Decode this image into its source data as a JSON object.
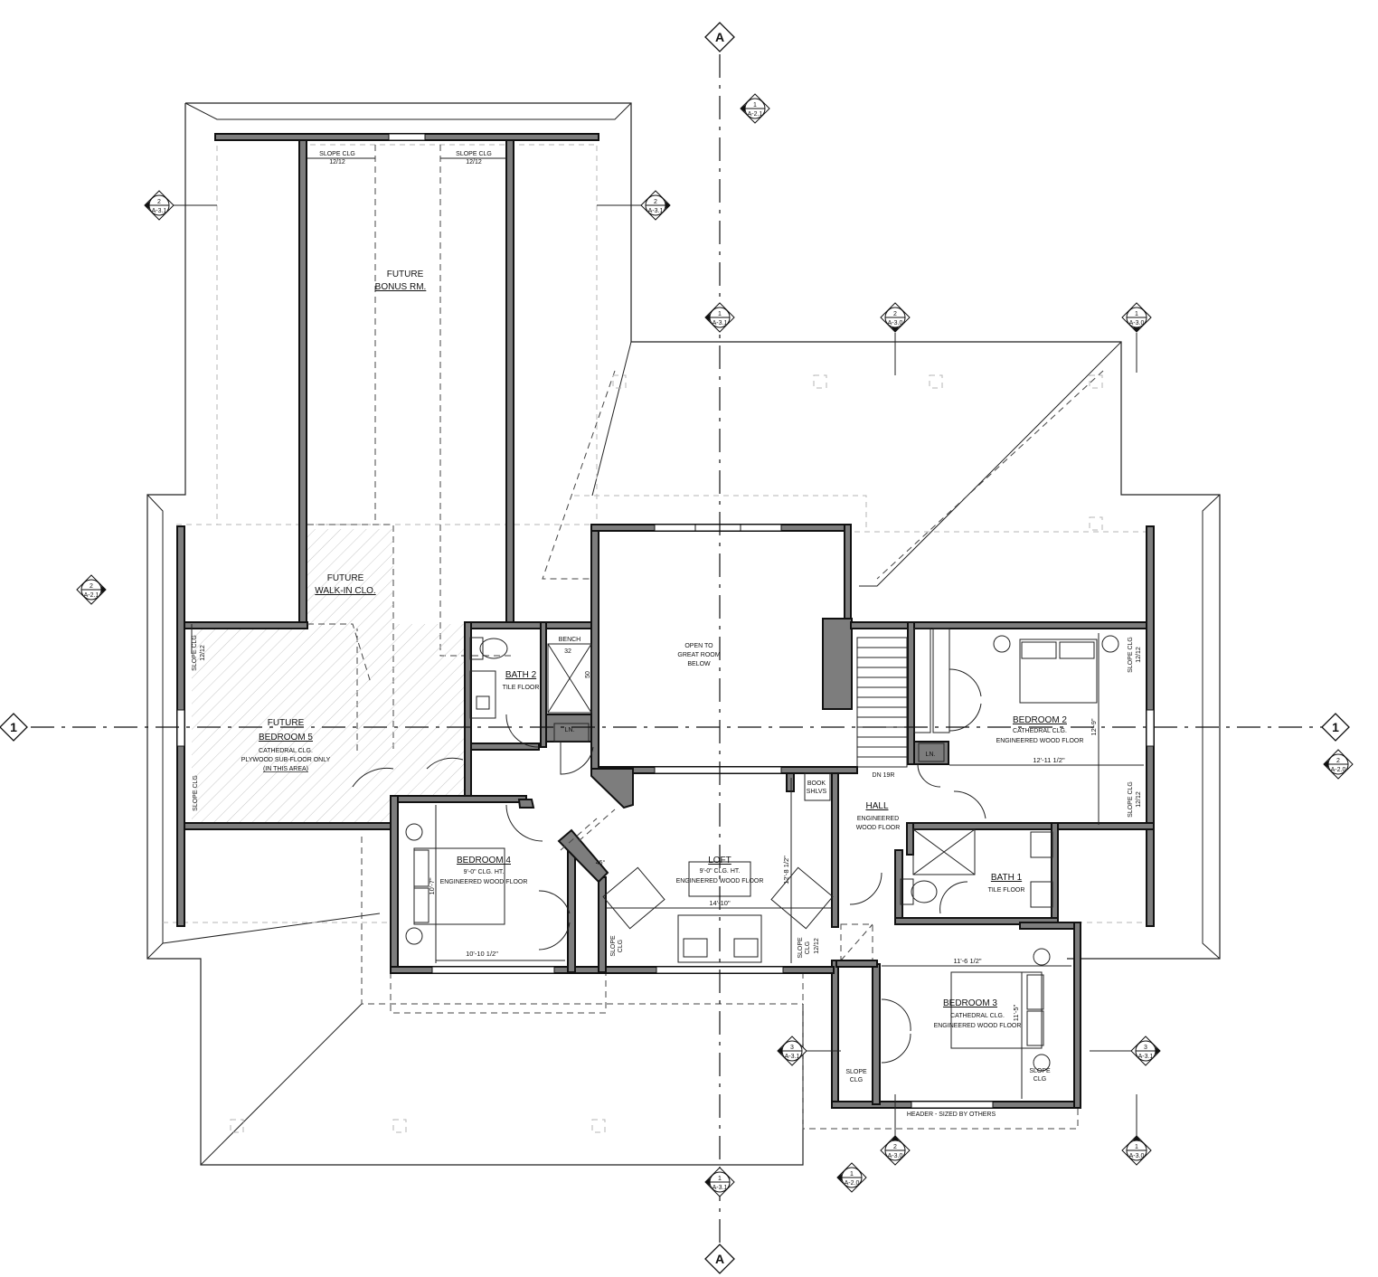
{
  "grid_lines": {
    "horizontal": "1",
    "vertical": "A"
  },
  "section_markers": [
    {
      "id": "m1",
      "number": "1",
      "sheet": "A-2.1"
    },
    {
      "id": "m2",
      "number": "2",
      "sheet": "A-3.1"
    },
    {
      "id": "m3",
      "number": "2",
      "sheet": "A-3.1"
    },
    {
      "id": "m4",
      "number": "1",
      "sheet": "A-3.1"
    },
    {
      "id": "m5",
      "number": "2",
      "sheet": "A-3.0"
    },
    {
      "id": "m6",
      "number": "1",
      "sheet": "A-3.0"
    },
    {
      "id": "m7",
      "number": "2",
      "sheet": "A-2.1"
    },
    {
      "id": "m8",
      "number": "2",
      "sheet": "A-2.0"
    },
    {
      "id": "m9",
      "number": "3",
      "sheet": "A-3.1"
    },
    {
      "id": "m10",
      "number": "3",
      "sheet": "A-3.1"
    },
    {
      "id": "m11",
      "number": "2",
      "sheet": "A-3.0"
    },
    {
      "id": "m12",
      "number": "1",
      "sheet": "A-3.0"
    },
    {
      "id": "m13",
      "number": "1",
      "sheet": "A-3.1"
    },
    {
      "id": "m14",
      "number": "1",
      "sheet": "A-2.0"
    }
  ],
  "rooms": {
    "bonus": {
      "name1": "FUTURE",
      "name2": "BONUS RM."
    },
    "walkin": {
      "name1": "FUTURE",
      "name2": "WALK-IN CLO."
    },
    "bed5": {
      "name1": "FUTURE",
      "name2": "BEDROOM 5",
      "line1": "CATHEDRAL CLG.",
      "line2": "PLYWOOD SUB-FLOOR ONLY",
      "line3": "(IN THIS AREA)"
    },
    "bath2": {
      "name": "BATH 2",
      "floor": "TILE FLOOR"
    },
    "open": {
      "line1": "OPEN TO",
      "line2": "GREAT ROOM",
      "line3": "BELOW"
    },
    "bed2": {
      "name": "BEDROOM 2",
      "line1": "CATHEDRAL CLG.",
      "line2": "ENGINEERED WOOD FLOOR"
    },
    "hall": {
      "name": "HALL",
      "line1": "ENGINEERED",
      "line2": "WOOD FLOOR"
    },
    "bath1": {
      "name": "BATH 1",
      "floor": "TILE FLOOR"
    },
    "bed4": {
      "name": "BEDROOM 4",
      "line1": "9'-0\" CLG. HT.",
      "line2": "ENGINEERED WOOD FLOOR"
    },
    "loft": {
      "name": "LOFT",
      "line1": "9'-0\" CLG. HT.",
      "line2": "ENGINEERED WOOD FLOOR"
    },
    "bed3": {
      "name": "BEDROOM 3",
      "line1": "CATHEDRAL CLG.",
      "line2": "ENGINEERED WOOD FLOOR"
    }
  },
  "labels": {
    "slope1": "SLOPE  CLG",
    "pitch1": "12/12",
    "slope2": "SLOPE  CLG",
    "pitch2": "12/12",
    "slope_bed5_top": "SLOPE  CLG",
    "pitch_bed5_top": "12/12",
    "slope_bed5_bot": "SLOPE  CLG",
    "slope_bed2_top": "SLOPE  CLG",
    "pitch_bed2_top": "12/12",
    "slope_bed2_bot": "SLOPE  CLG",
    "pitch_bed2_bot": "12/12",
    "slope_loft_l1": "SLOPE",
    "slope_loft_l2": "CLG",
    "slope_loft_r1": "SLOPE",
    "slope_loft_r2": "CLG",
    "pitch_loft_r": "12/12",
    "slope_bed3_l1": "SLOPE",
    "slope_bed3_l2": "CLG",
    "slope_bed3_r1": "SLOPE",
    "slope_bed3_r2": "CLG",
    "bench": "BENCH",
    "bench_w": "32",
    "bench_d": "50",
    "ln1": "LN.",
    "ln2": "LN.",
    "book1": "BOOK",
    "book2": "SHLVS",
    "stair": "DN 19R",
    "angle": "45°",
    "header": "HEADER - SIZED BY OTHERS"
  },
  "dimensions": {
    "bed2_w": "12'-11 1/2\"",
    "bed2_d": "12'-9\"",
    "bed4_w": "10'-10 1/2\"",
    "bed4_d": "10'-7\"",
    "loft_w": "14'-10\"",
    "loft_d": "12'-8 1/2\"",
    "bed3_w": "11'-6 1/2\"",
    "bed3_d": "11'-5\""
  }
}
